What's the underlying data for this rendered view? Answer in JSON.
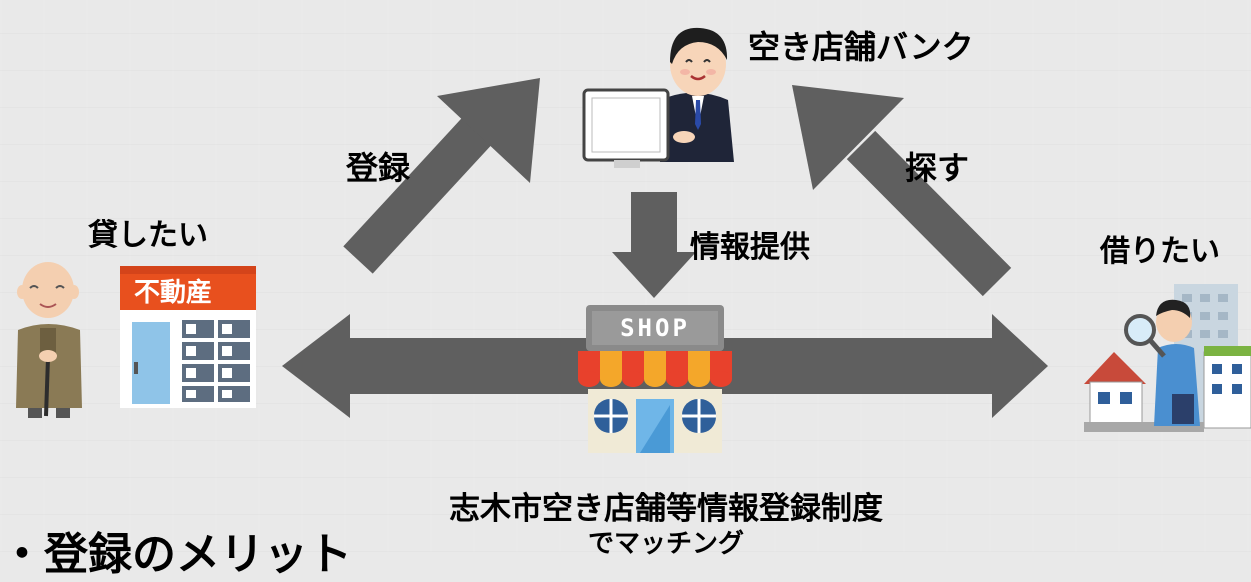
{
  "bank": {
    "title": "空き店舗バンク"
  },
  "flows": {
    "register": "登録",
    "search": "探す",
    "info": "情報提供"
  },
  "lender": {
    "label": "貸したい",
    "sign": "不動産"
  },
  "borrower": {
    "label": "借りたい"
  },
  "shop": {
    "sign": "SHOP"
  },
  "system": {
    "line1": "志木市空き店舗等情報登録制度",
    "line2": "でマッチング"
  },
  "section": {
    "heading": "・登録のメリット"
  },
  "colors": {
    "background": "#e9e9e9",
    "arrow": "#5f5f5f",
    "shop_awning_red": "#e8412c",
    "shop_awning_orange": "#f4a72a",
    "realestate_sign": "#e8501e"
  }
}
